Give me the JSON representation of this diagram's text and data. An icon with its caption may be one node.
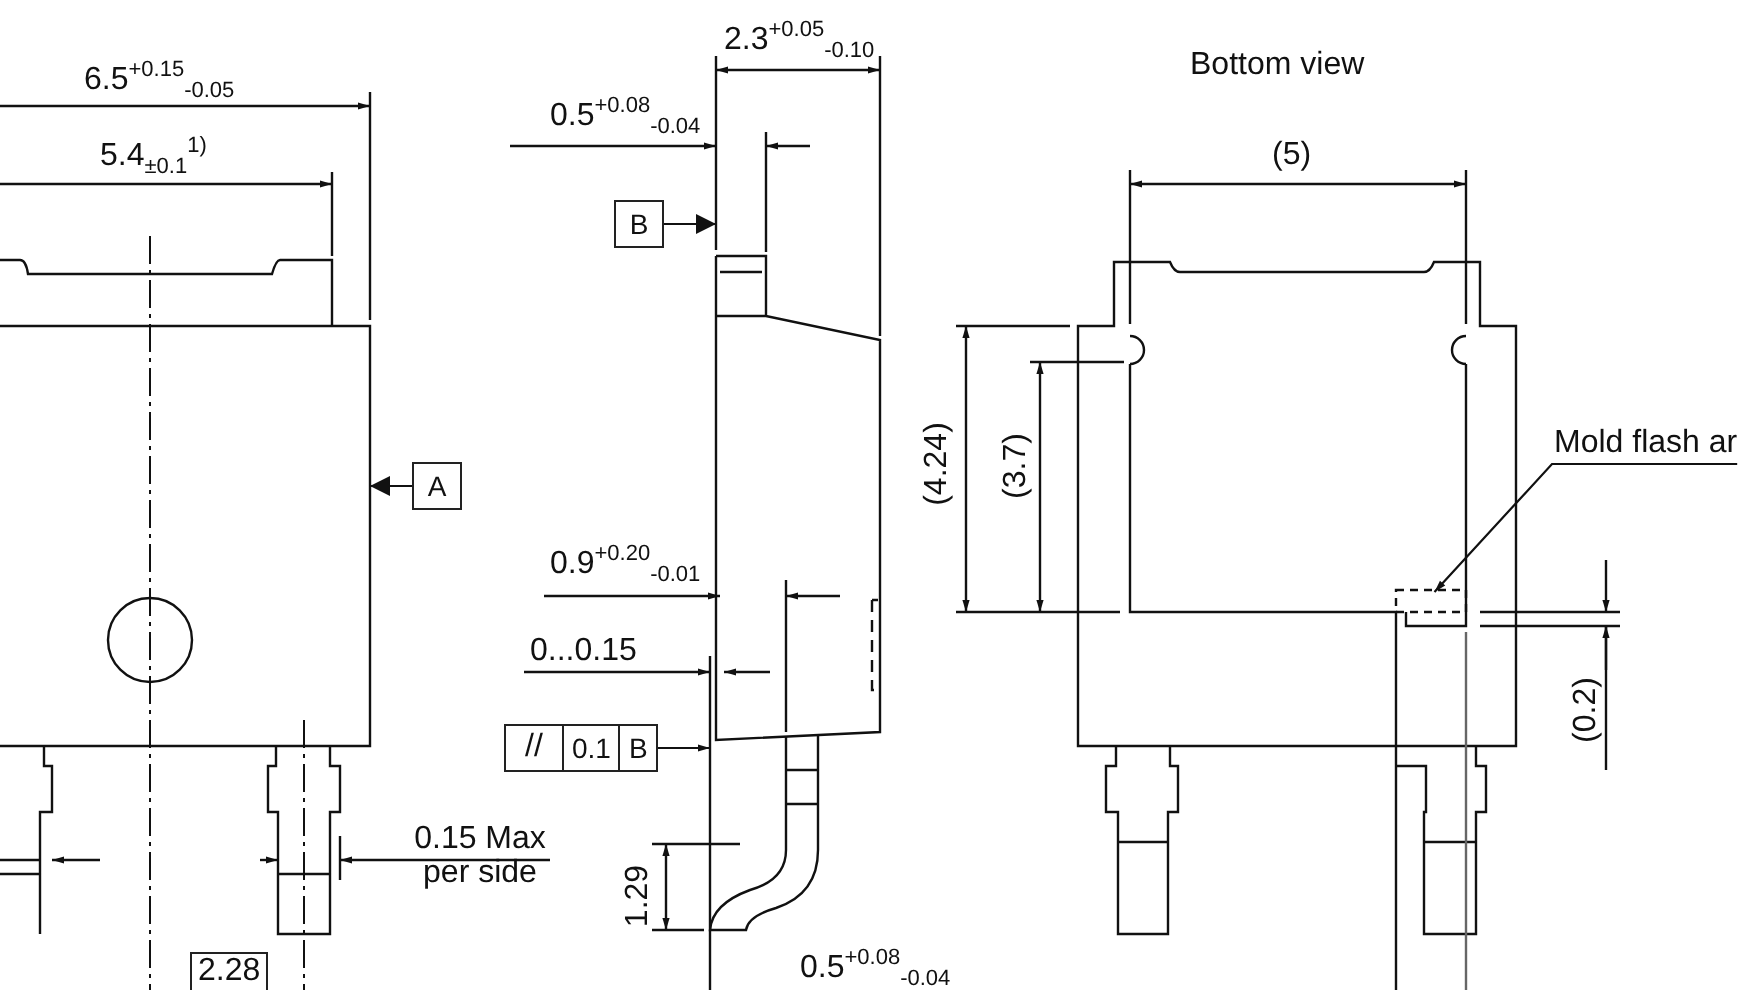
{
  "diagram": {
    "nodes": [
      {
        "text": [
          "B"
        ]
      },
      {
        "text": [
          "A"
        ]
      },
      {
        "text": [
          "//",
          "0.1",
          "B"
        ]
      },
      {
        "text": [
          "Mold flash ar"
        ]
      },
      {
        "text": [],
        "shape": "box"
      },
      {
        "text": [],
        "shape": "picture"
      },
      {
        "text": [],
        "shape": "picture"
      }
    ],
    "edges": [
      {
        "from": 0,
        "to": 6,
        "arrow": "to"
      },
      {
        "from": 1,
        "to": 5,
        "arrow": "to"
      },
      {
        "from": 2,
        "to": 6,
        "arrow": "to"
      },
      {
        "from": 3,
        "to": 4,
        "arrow": "to"
      }
    ],
    "labels": [
      "6.5$^{+0.15}$$_{-0.05}$",
      "5.4$_{±0.1}$$^{1)}$",
      "2.3$^{+0.05}$$_{-0.10}$",
      "0.5$^{+0.08}$$_{-0.04}$",
      "Bottom view",
      "(5)",
      "(4.24)",
      "(3.7)",
      "0.9$^{+0.20}$$_{-0.01}$",
      "0...0.15",
      "(0.2)",
      "0.15 Max per side",
      "1.29",
      "2.28",
      "0.5$^{+0.08}$$_{-0.04}$"
    ]
  }
}
